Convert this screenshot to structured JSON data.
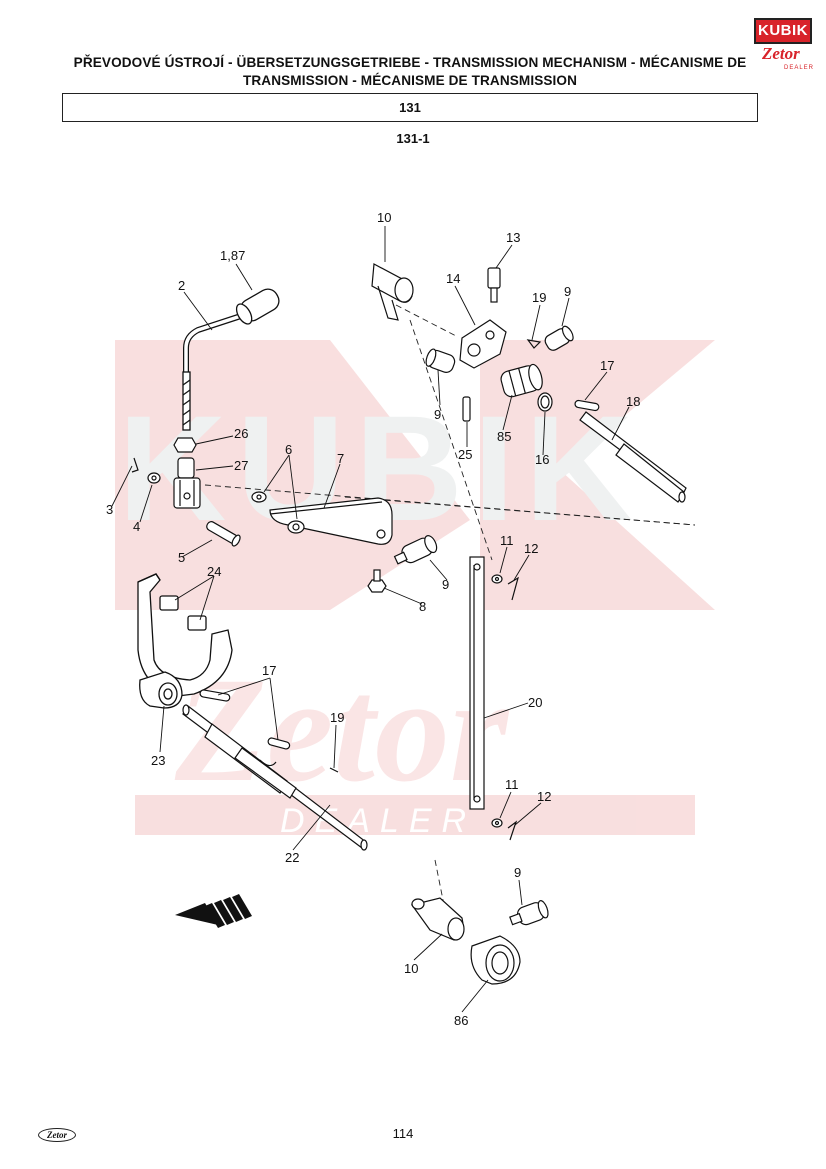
{
  "header": {
    "title": "PŘEVODOVÉ ÚSTROJÍ - ÜBERSETZUNGSGETRIEBE - TRANSMISSION MECHANISM - MÉCANISME DE TRANSMISSION - MÉCANISME DE TRANSMISSION",
    "section_number": "131",
    "figure_label": "131-1"
  },
  "logo": {
    "brand": "KUBIK",
    "sub_brand": "Zetor",
    "tagline": "DEALER"
  },
  "watermark": {
    "brand": "KUBIK",
    "sub_brand": "Zetor",
    "tagline": "DEALER",
    "color": "#f6d3d3"
  },
  "callouts": [
    "10",
    "13",
    "1,87",
    "2",
    "14",
    "19",
    "9",
    "9",
    "17",
    "18",
    "85",
    "25",
    "16",
    "26",
    "6",
    "27",
    "7",
    "3",
    "4",
    "5",
    "11",
    "12",
    "9",
    "8",
    "24",
    "20",
    "17",
    "19",
    "23",
    "11",
    "12",
    "22",
    "9",
    "10",
    "86"
  ],
  "page_number": "114",
  "footer_logo": "Zetor"
}
